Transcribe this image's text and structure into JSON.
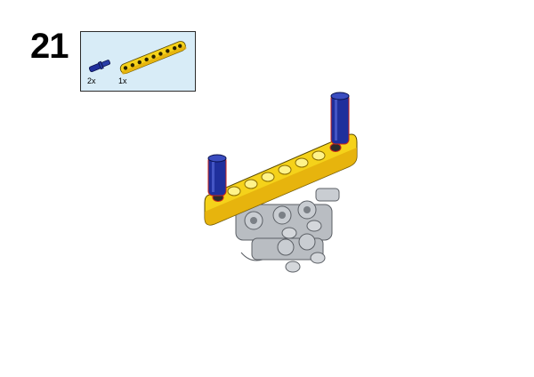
{
  "step": {
    "number": "21"
  },
  "parts_list": {
    "items": [
      {
        "name": "axle-pin",
        "count": "2x",
        "color": "#1f2f9c"
      },
      {
        "name": "beam-9",
        "count": "1x",
        "color": "#f5d21a"
      }
    ]
  },
  "colors": {
    "beam": "#f5d21a",
    "beam_shadow": "#e1aa0a",
    "pin": "#1f2f9c",
    "connector": "#b9bdc2",
    "parts_bg": "#d8ecf7"
  }
}
